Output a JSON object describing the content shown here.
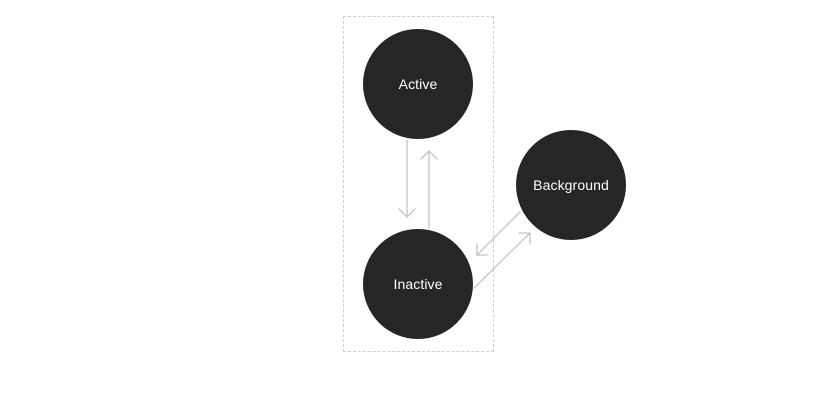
{
  "diagram": {
    "states": {
      "active": "Active",
      "inactive": "Inactive",
      "background": "Background"
    },
    "transitions": [
      {
        "from": "Active",
        "to": "Inactive"
      },
      {
        "from": "Inactive",
        "to": "Active"
      },
      {
        "from": "Background",
        "to": "Inactive"
      },
      {
        "from": "Inactive",
        "to": "Background"
      }
    ],
    "colors": {
      "node_fill": "#262628",
      "node_text": "#ffffff",
      "arrow": "#c4c4c4",
      "group_border": "#cfcfcf"
    }
  }
}
